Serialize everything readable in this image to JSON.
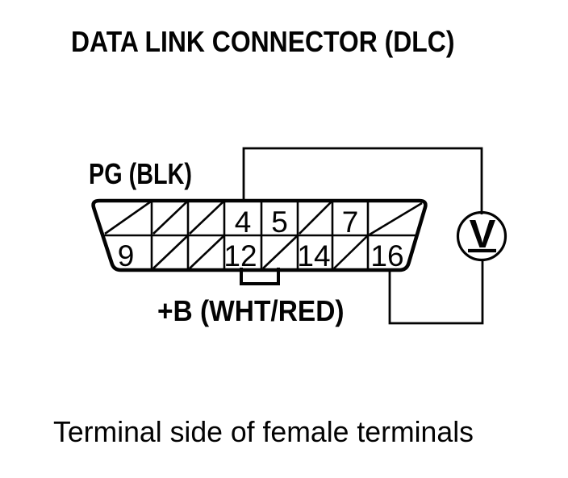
{
  "title": "DATA LINK CONNECTOR (DLC)",
  "connector": {
    "pin_labels": {
      "p4": "4",
      "p5": "5",
      "p7": "7",
      "p9": "9",
      "p12": "12",
      "p14": "14",
      "p16": "16"
    },
    "crossed_out_pins": [
      1,
      2,
      3,
      6,
      8,
      10,
      11,
      13,
      15
    ]
  },
  "wire_labels": {
    "pg": "PG (BLK)",
    "b_plus": "+B (WHT/RED)"
  },
  "meter": {
    "symbol": "V"
  },
  "caption": "Terminal side of female terminals",
  "colors": {
    "ink": "#030303",
    "paper": "#ffffff"
  }
}
